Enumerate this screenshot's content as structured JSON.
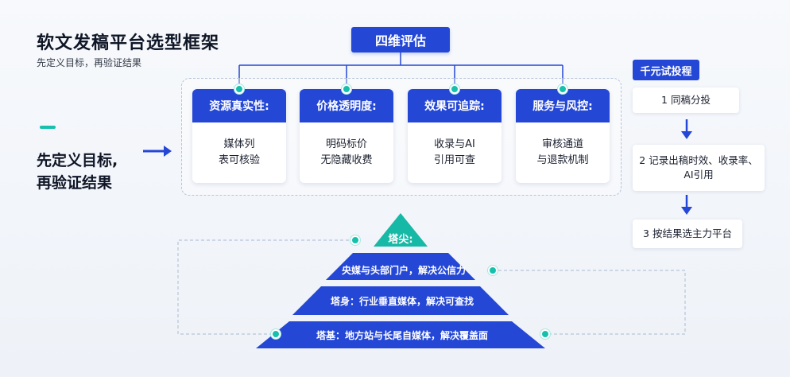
{
  "header": {
    "title": "软文发稿平台选型框架",
    "subtitle": "先定义目标，再验证结果"
  },
  "left": {
    "slogan_line1": "先定义目标,",
    "slogan_line2": "再验证结果"
  },
  "top": {
    "title": "四维评估"
  },
  "cards": [
    {
      "title": "资源真实性:",
      "line1": "媒体列",
      "line2": "表可核验"
    },
    {
      "title": "价格透明度:",
      "line1": "明码标价",
      "line2": "无隐藏收费"
    },
    {
      "title": "效果可追踪:",
      "line1": "收录与AI",
      "line2": "引用可查"
    },
    {
      "title": "服务与风控:",
      "line1": "审核通道",
      "line2": "与退款机制"
    }
  ],
  "trial": {
    "title": "千元试投程",
    "step1": "1 同稿分投",
    "step2_line1": "2 记录出稿时效、收录率、",
    "step2_line2": "AI引用",
    "step3": "3 按结果选主力平台"
  },
  "pyramid": {
    "top": "塔尖:",
    "tier1": "央媒与头部门户，解决公信力",
    "tier2": "塔身：行业垂直媒体，解决可查找",
    "tier3": "塔基：地方站与长尾自媒体，解决覆盖面"
  },
  "colors": {
    "primary": "#2447d6",
    "accent": "#16c0ad",
    "pyramid_top": "#16b8a6"
  }
}
